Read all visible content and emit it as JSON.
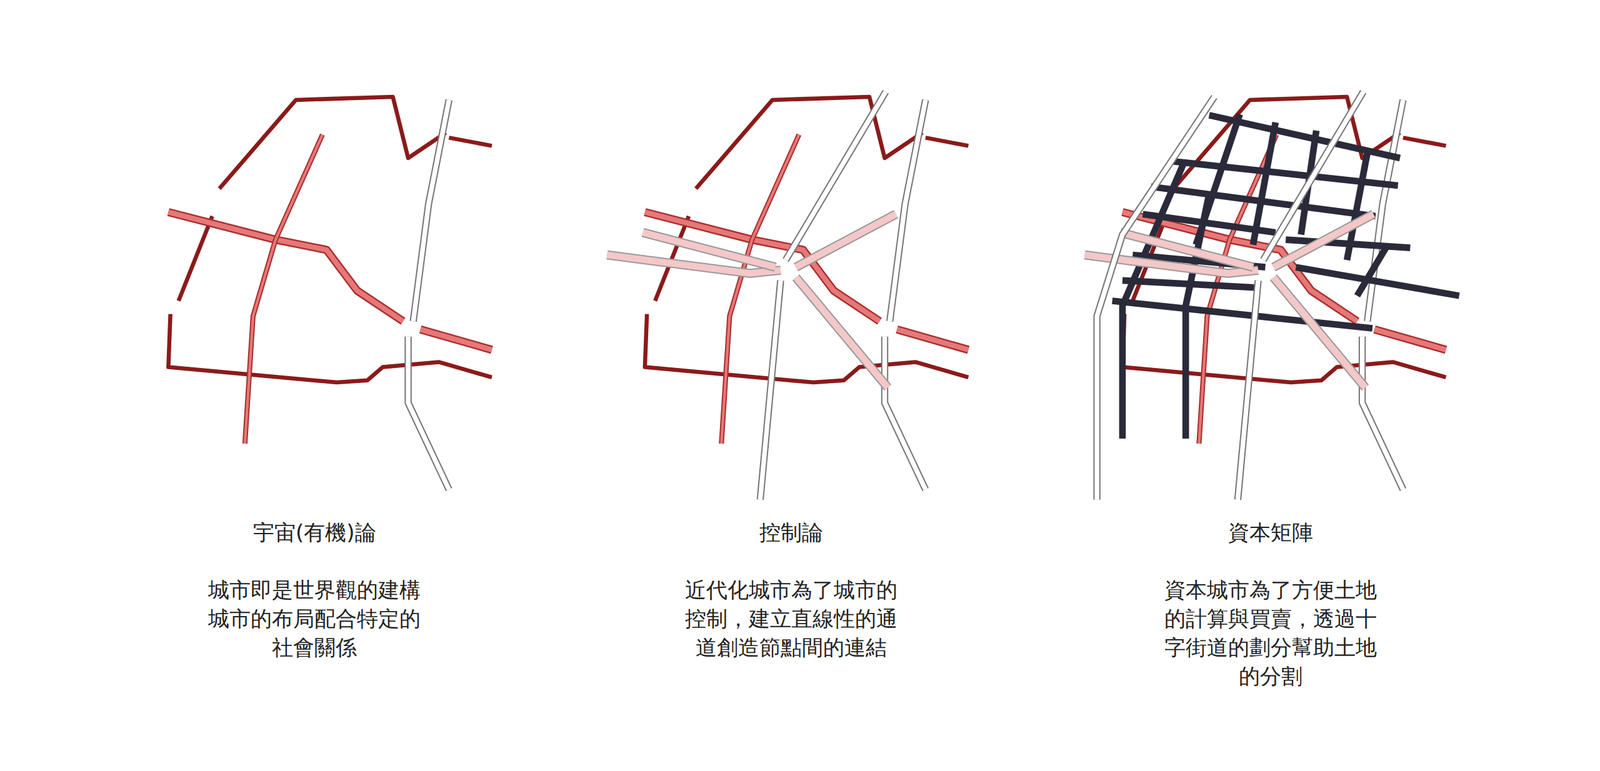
{
  "diagram": {
    "labels": [
      "宇宙(有機)論",
      "城市即是世界觀的建構 城市的布局配合特定的 社會關係",
      "控制論",
      "近代化城市為了城市的 控制，建立直線性的通 道創造節點間的連結",
      "資本矩陣",
      "資本城市為了方便土地 的計算與買賣，透過十 字街道的劃分幫助土地 的分割"
    ]
  }
}
